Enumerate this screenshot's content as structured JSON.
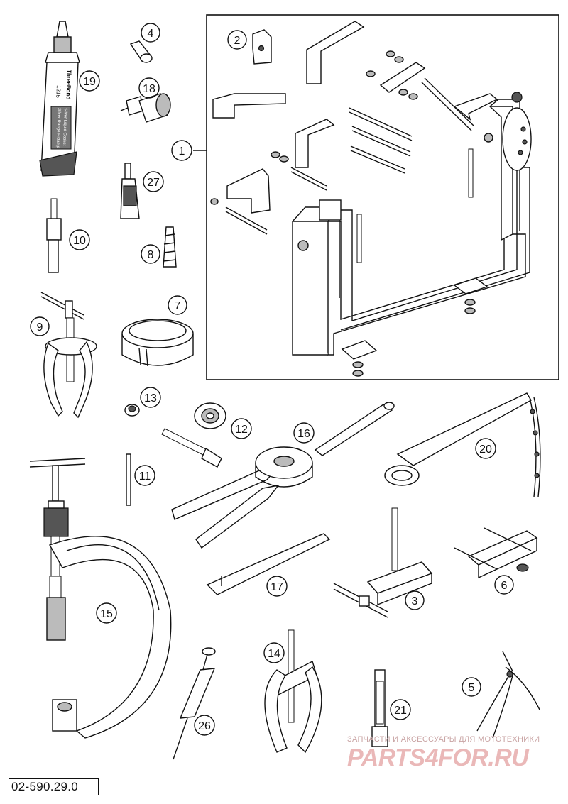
{
  "diagram": {
    "code": "02-590.29.0",
    "callouts": [
      "1",
      "2",
      "3",
      "4",
      "5",
      "6",
      "7",
      "8",
      "9",
      "10",
      "11",
      "12",
      "13",
      "14",
      "15",
      "16",
      "17",
      "18",
      "19",
      "20",
      "21",
      "26",
      "27"
    ],
    "tube_label": {
      "brand": "ThreeBond",
      "number": "1215",
      "line1": "Silver Liquid Gasket",
      "line2": "Silver Range Hidamp"
    }
  },
  "watermark": {
    "tagline": "ЗАПЧАСТИ И АКСЕССУАРЫ ДЛЯ МОТОТЕХНИКИ",
    "logo": "PARTS4FOR.RU"
  }
}
